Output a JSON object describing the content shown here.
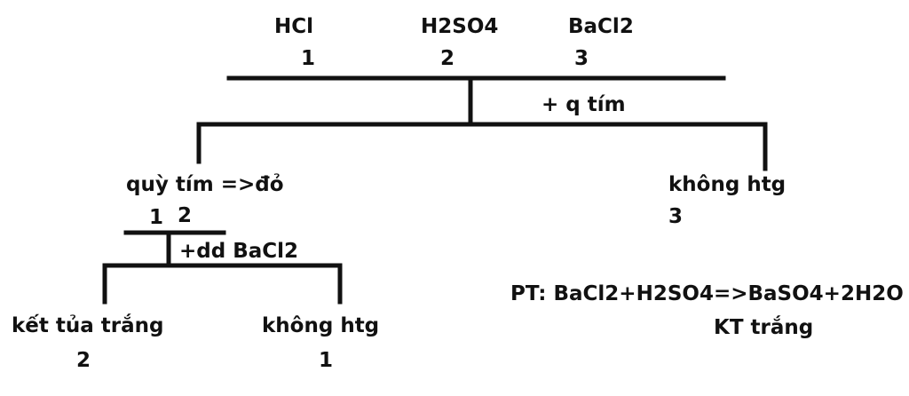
{
  "reagents": [
    {
      "name": "HCl",
      "number": "1"
    },
    {
      "name": "H2SO4",
      "number": "2"
    },
    {
      "name": "BaCl2",
      "number": "3"
    }
  ],
  "step1": {
    "reagent": "+  q tím",
    "left": {
      "result": "quỳ tím =>đỏ",
      "numbers": [
        "1",
        "2"
      ]
    },
    "right": {
      "result": "không htg",
      "number": "3"
    }
  },
  "step2": {
    "reagent": "+dd BaCl2",
    "left": {
      "result": "kết tủa trắng",
      "number": "2"
    },
    "right": {
      "result": "không htg",
      "number": "1"
    }
  },
  "equation": {
    "text": "PT: BaCl2+H2SO4=>BaSO4+2H2O",
    "note": "KT trắng"
  },
  "colors": {
    "ink": "#111111",
    "background": "#ffffff"
  }
}
